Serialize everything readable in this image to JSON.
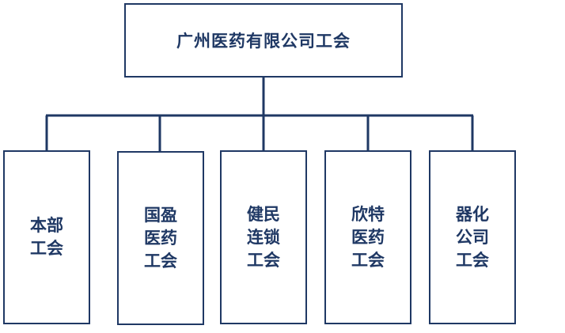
{
  "root": {
    "label": "广州医药有限公司工会"
  },
  "children": [
    {
      "label": "本部\n工会"
    },
    {
      "label": "国盈\n医药\n工会"
    },
    {
      "label": "健民\n连锁\n工会"
    },
    {
      "label": "欣特\n医药\n工会"
    },
    {
      "label": "器化\n公司\n工会"
    }
  ],
  "colors": {
    "line": "#1f3864",
    "text": "#1f3864",
    "border": "#1f3864"
  }
}
